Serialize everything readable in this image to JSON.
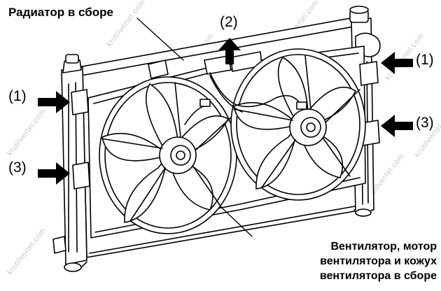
{
  "labels": {
    "radiator_assembly": "Радиатор в сборе",
    "callout_2": "(2)",
    "callout_1_left": "(1)",
    "callout_1_right": "(1)",
    "callout_3_left": "(3)",
    "callout_3_right": "(3)",
    "fan_assembly_line1": "Вентилятор, мотор",
    "fan_assembly_line2": "вентилятора и кожух",
    "fan_assembly_line3": "вентилятора в сборе"
  },
  "watermark": "krutilvertel.com",
  "colors": {
    "line": "#000000",
    "arrow": "#000000",
    "watermark": "#c8c8c8"
  },
  "icons": {
    "arrow": "filled-black-arrow"
  }
}
